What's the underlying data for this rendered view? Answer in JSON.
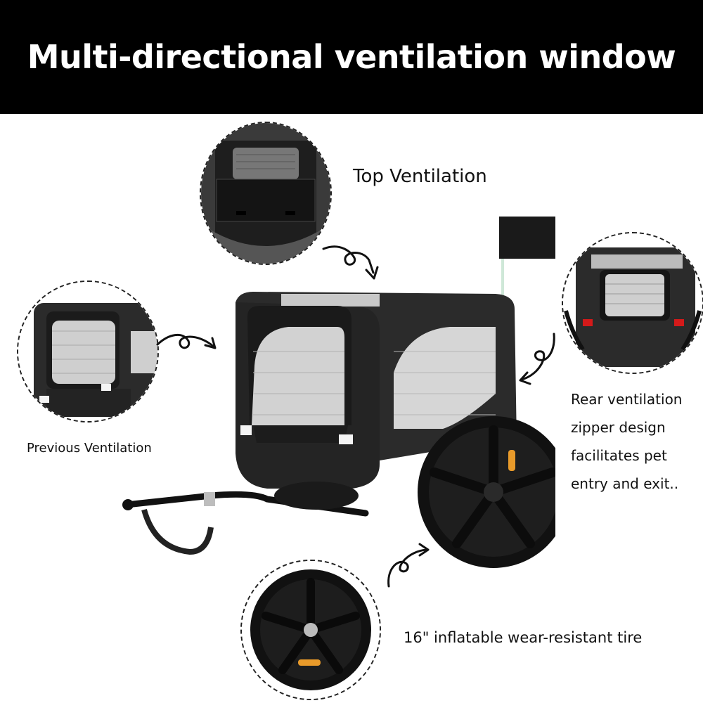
{
  "banner": {
    "title": "Multi-directional ventilation window"
  },
  "callouts": {
    "top": {
      "label": "Top Ventilation"
    },
    "front": {
      "label": "Previous Ventilation"
    },
    "rear": {
      "lines": [
        "Rear ventilation",
        "zipper design",
        "facilitates pet",
        "entry and exit.."
      ]
    },
    "tire": {
      "label": "16\" inflatable wear-resistant tire"
    }
  },
  "colors": {
    "banner_bg": "#000000",
    "banner_text": "#ffffff",
    "fabric": "#2b2b2b",
    "mesh": "#cfcfcf",
    "reflector_red": "#d41a1a",
    "reflector_amber": "#e89a2a"
  }
}
